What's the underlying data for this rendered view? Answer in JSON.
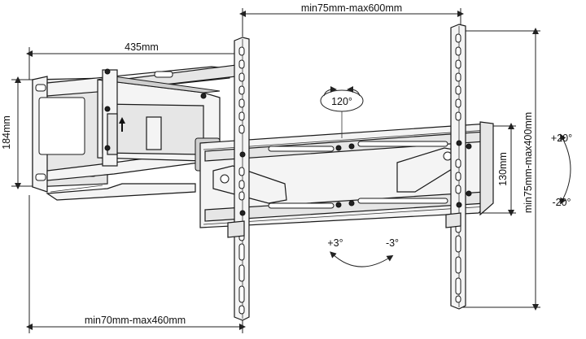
{
  "labels": {
    "vesa_width": "min75mm-max600mm",
    "vesa_height": "min75mm-max400mm",
    "arm_length": "435mm",
    "wall_plate_height": "184mm",
    "rail_height": "130mm",
    "extension": "min70mm-max460mm",
    "swivel": "120°",
    "tilt_up": "+20°",
    "tilt_down": "-20°",
    "rotate_plus": "+3°",
    "rotate_minus": "-3°"
  }
}
